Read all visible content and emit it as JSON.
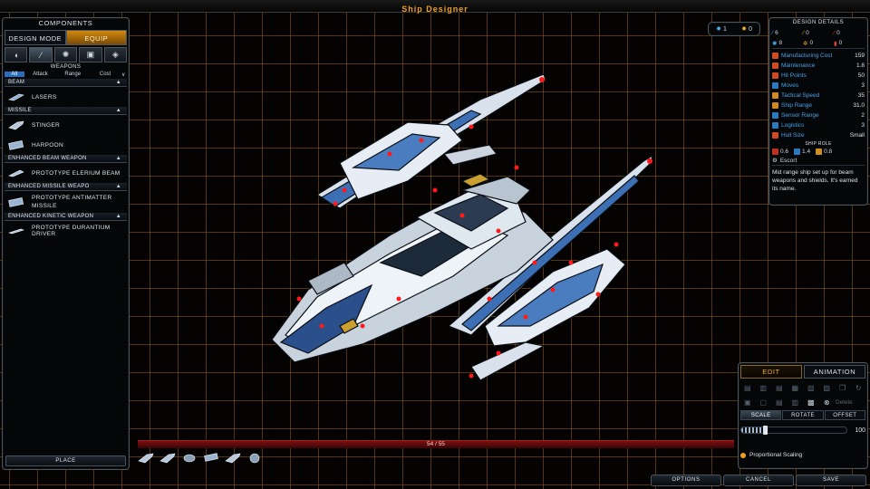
{
  "window": {
    "title": "Ship Designer"
  },
  "components": {
    "title": "Components",
    "mode_tabs": [
      "Design Mode",
      "Equip"
    ],
    "section_title": "Weapons",
    "filters": [
      "All",
      "Attack",
      "Range",
      "Cost"
    ],
    "categories": [
      {
        "name": "Beam",
        "items": [
          "Lasers"
        ]
      },
      {
        "name": "Missile",
        "items": [
          "Stinger",
          "Harpoon"
        ]
      },
      {
        "name": "Enhanced Beam Weapon",
        "items": [
          "Prototype Elerium Beam"
        ]
      },
      {
        "name": "Enhanced Missile Weapo",
        "items": [
          "Prototype Antimatter Missile"
        ]
      },
      {
        "name": "Enhanced Kinetic Weapon",
        "items": [
          "Prototype Durantium Driver"
        ]
      }
    ],
    "place_label": "Place"
  },
  "resources": {
    "a": "1",
    "b": "0"
  },
  "details": {
    "title": "Design Details",
    "top_stats": [
      "6",
      "0",
      "0",
      "8",
      "0",
      "0"
    ],
    "stats": [
      {
        "label": "Manufacturing Cost",
        "value": "159",
        "color": "#d04a20"
      },
      {
        "label": "Maintenance",
        "value": "1.8",
        "color": "#d04a20"
      },
      {
        "label": "Hit Points",
        "value": "50",
        "color": "#d04a20"
      },
      {
        "label": "Moves",
        "value": "3",
        "color": "#2a7ac0"
      },
      {
        "label": "Tactical Speed",
        "value": "35",
        "color": "#d08a20"
      },
      {
        "label": "Ship Range",
        "value": "31.0",
        "color": "#d08a20"
      },
      {
        "label": "Sensor Range",
        "value": "2",
        "color": "#2a7ac0"
      },
      {
        "label": "Logistics",
        "value": "3",
        "color": "#2a7ac0"
      },
      {
        "label": "Hull Size",
        "value": "Small",
        "color": "#d04a20"
      }
    ],
    "role_title": "Ship Role",
    "role_values": [
      "0.6",
      "1.4",
      "0.8"
    ],
    "role_name": "Escort",
    "description": "Mid range ship set up for beam weapons and shields. It's earned its name."
  },
  "edit": {
    "tabs": [
      "Edit",
      "Animation"
    ],
    "delete_label": "Delete",
    "sub_tabs": [
      "Scale",
      "Rotate",
      "Offset"
    ],
    "scale_value": "100",
    "scale_fraction": 0.22,
    "proportional": "Proportional Scaling"
  },
  "capacity": {
    "text": "54 / 55",
    "fraction": 0.98
  },
  "buttons": {
    "options": "Options",
    "cancel": "Cancel",
    "save": "Save"
  }
}
